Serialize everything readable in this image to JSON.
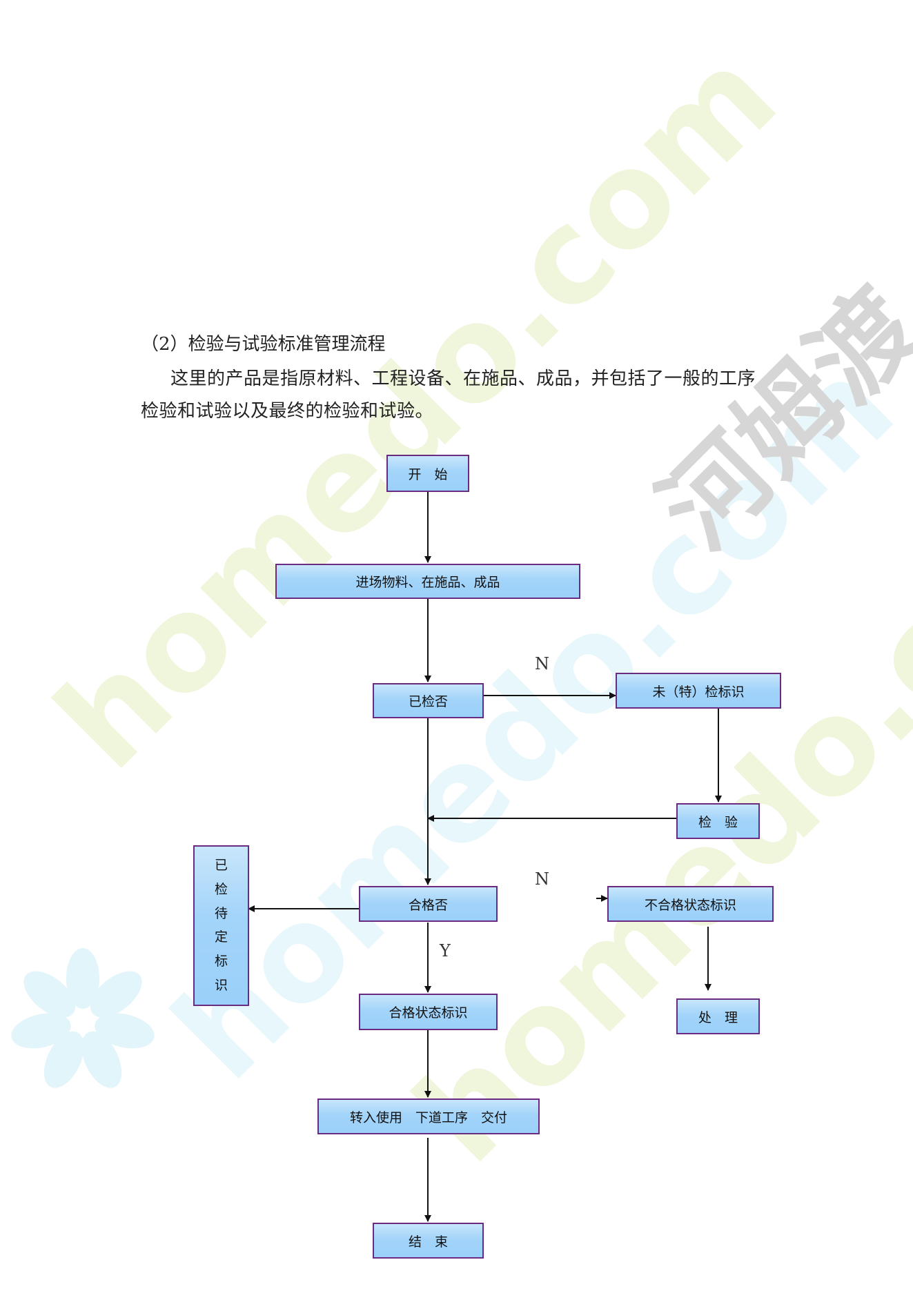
{
  "text": {
    "heading": "（2）检验与试验标准管理流程",
    "para_line1": "这里的产品是指原材料、工程设备、在施品、成品，并包括了一般的工序",
    "para_line2": "检验和试验以及最终的检验和试验。"
  },
  "flowchart": {
    "start": "开　始",
    "materials": "进场物料、在施品、成品",
    "inspected_q": "已检否",
    "uninspected_mark": "未（特）检标识",
    "inspect": "检　验",
    "qualified_q": "合格否",
    "pending_chars": [
      "已",
      "检",
      "待",
      "定",
      "标",
      "识"
    ],
    "unqualified_mark": "不合格状态标识",
    "process": "处　理",
    "qualified_mark": "合格状态标识",
    "transfer": "转入使用　下道工序　交付",
    "end": "结　束",
    "label_n1": "N",
    "label_n2": "N",
    "label_y": "Y"
  },
  "watermark": {
    "brand_latin": "homedo.com",
    "brand_cn": "河姆渡",
    "colors": {
      "green": "#eef6d8",
      "cyan": "#dff3fa",
      "gray": "#d9d9d9"
    }
  },
  "colors": {
    "box_border": "#6a2a80",
    "box_fill": "#a3d4fa",
    "line": "#111111"
  }
}
